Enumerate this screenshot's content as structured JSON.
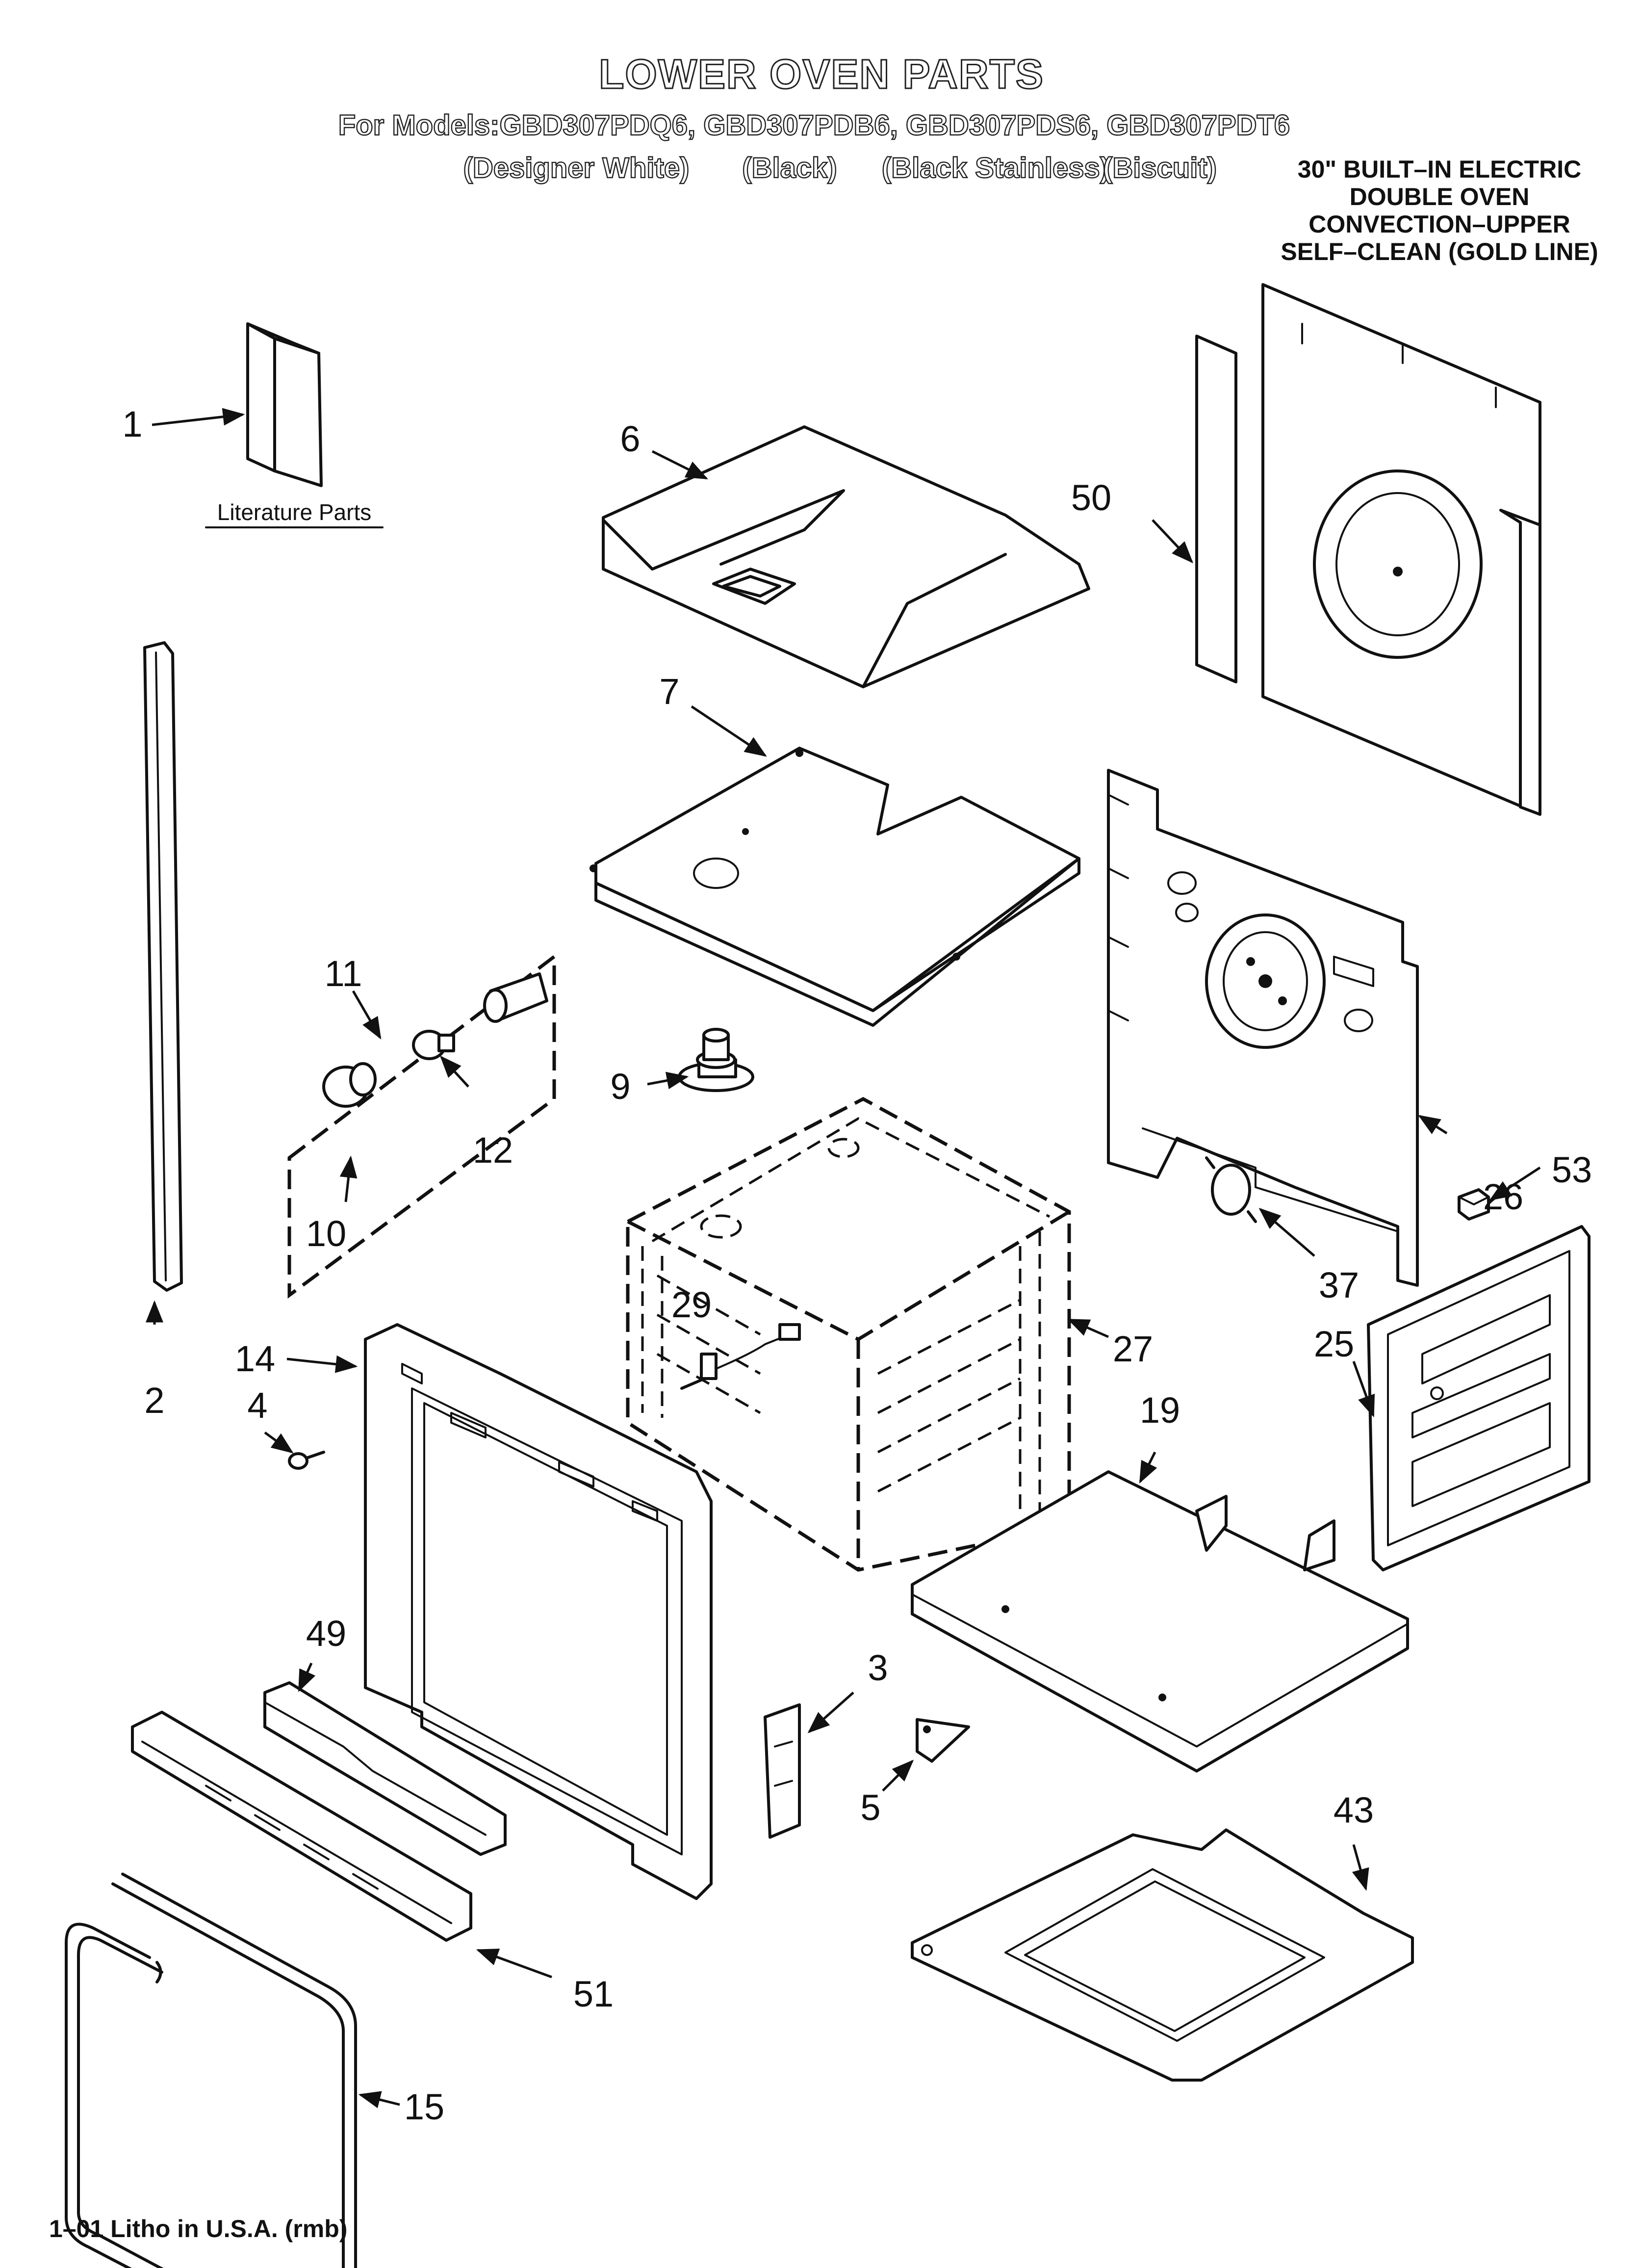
{
  "header": {
    "title": "LOWER OVEN PARTS",
    "models": "For Models:GBD307PDQ6, GBD307PDB6, GBD307PDS6, GBD307PDT6",
    "colors": [
      "(Designer White)",
      "(Black)",
      "(Black Stainless)",
      "(Biscuit)"
    ]
  },
  "product": {
    "lines": [
      "30\" BUILT–IN ELECTRIC",
      "DOUBLE OVEN",
      "CONVECTION–UPPER",
      "SELF–CLEAN (GOLD LINE)"
    ]
  },
  "literature_label": "Literature Parts",
  "footer": "1–01 Litho in U.S.A. (rmb)",
  "callouts": {
    "p1": "1",
    "p2": "2",
    "p3": "3",
    "p4": "4",
    "p5": "5",
    "p6": "6",
    "p7": "7",
    "p9": "9",
    "p10": "10",
    "p11": "11",
    "p12": "12",
    "p14": "14",
    "p15": "15",
    "p19": "19",
    "p25": "25",
    "p26": "26",
    "p27": "27",
    "p29": "29",
    "p37": "37",
    "p43": "43",
    "p49": "49",
    "p50": "50",
    "p51": "51",
    "p53": "53"
  }
}
